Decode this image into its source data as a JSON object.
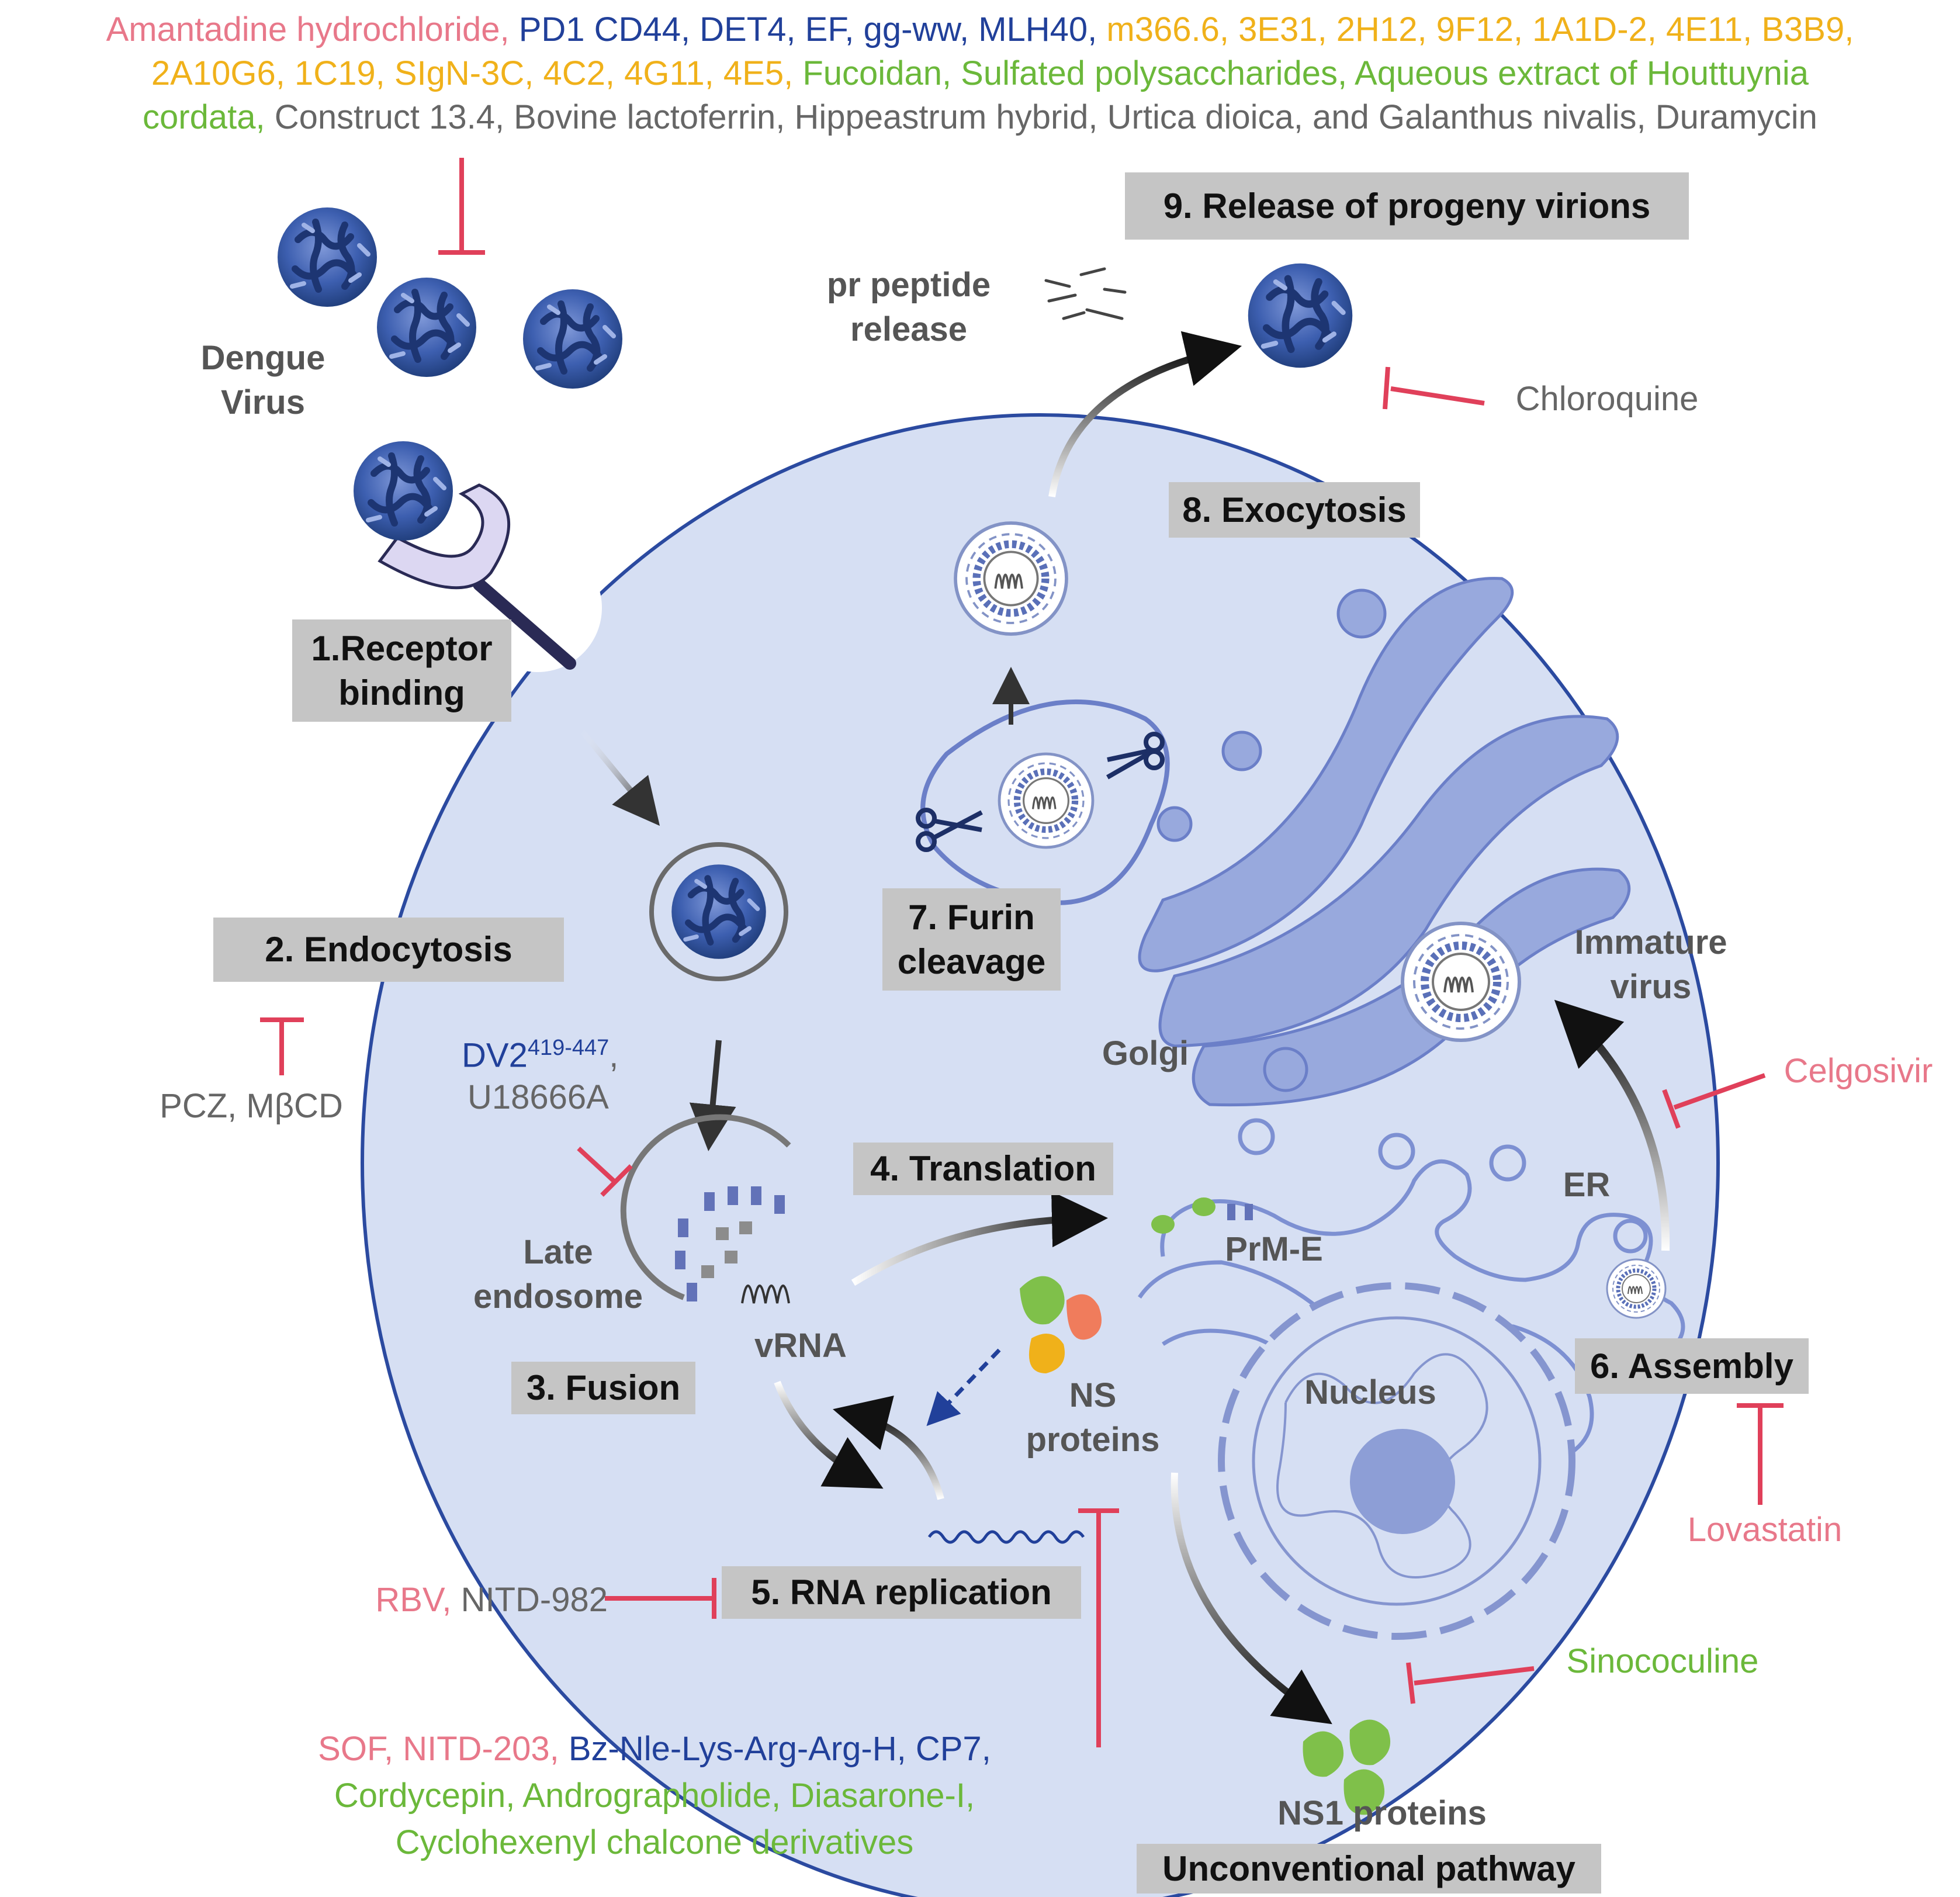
{
  "colors": {
    "pink": "#e8788a",
    "blue": "#21409a",
    "yellow": "#f0b11a",
    "green": "#6bb83a",
    "gray": "#666666",
    "cell_fill": "#d6dff3",
    "cell_border": "#2b4aa0",
    "organelle": "#98a9dd",
    "step_box": "#c5c5c5",
    "inhibitor_red": "#e0405a"
  },
  "top_inhibitors": {
    "line1": [
      {
        "text": "Amantadine hydrochloride,",
        "color": "pink"
      },
      {
        "text": "PD1 CD44, DET4, EF, gg-ww, MLH40,",
        "color": "blue"
      },
      {
        "text": "m366.6, 3E31, 2H12, 9F12, 1A1D-2, 4E11, B3B9,",
        "color": "yellow"
      }
    ],
    "line2": [
      {
        "text": "2A10G6, 1C19, SIgN-3C, 4C2, 4G11, 4E5,",
        "color": "yellow"
      },
      {
        "text": "Fucoidan, Sulfated polysaccharides, Aqueous extract of Houttuynia",
        "color": "green"
      }
    ],
    "line3": [
      {
        "text": "cordata,",
        "color": "green"
      },
      {
        "text": "Construct 13.4, Bovine lactoferrin, Hippeastrum hybrid, Urtica dioica, and Galanthus nivalis, Duramycin",
        "color": "gray"
      }
    ]
  },
  "steps": {
    "s1_line1": "1.Receptor",
    "s1_line2": "binding",
    "s2": "2. Endocytosis",
    "s3": "3. Fusion",
    "s4": "4. Translation",
    "s5": "5. RNA replication",
    "s6": "6. Assembly",
    "s7_line1": "7. Furin",
    "s7_line2": "cleavage",
    "s8": "8. Exocytosis",
    "s9": "9. Release of progeny virions",
    "unconventional": "Unconventional pathway"
  },
  "labels": {
    "dengue_line1": "Dengue",
    "dengue_line2": "Virus",
    "pr_line1": "pr peptide",
    "pr_line2": "release",
    "late_line1": "Late",
    "late_line2": "endosome",
    "vrna": "vRNA",
    "ns_line1": "NS",
    "ns_line2": "proteins",
    "prm_e": "PrM-E",
    "nucleus": "Nucleus",
    "golgi": "Golgi",
    "er": "ER",
    "immature_line1": "Immature",
    "immature_line2": "virus",
    "ns1": "NS1 proteins"
  },
  "inhibitors": {
    "chloroquine": "Chloroquine",
    "celgosivir": "Celgosivir",
    "lovastatin": "Lovastatin",
    "sinococuline": "Sinococuline",
    "pcz": "PCZ, MβCD",
    "dv2_base": "DV2",
    "dv2_sup": "419-447",
    "dv2_comma": ",",
    "u18666a": "U18666A",
    "rbv": "RBV,",
    "nitd982": "NITD-982",
    "bottom_line1_pink": "SOF, NITD-203,",
    "bottom_line1_blue": "Bz-Nle-Lys-Arg-Arg-H, CP7,",
    "bottom_line2": "Cordycepin, Andrographolide, Diasarone-I,",
    "bottom_line3": "Cyclohexenyl chalcone derivatives"
  }
}
